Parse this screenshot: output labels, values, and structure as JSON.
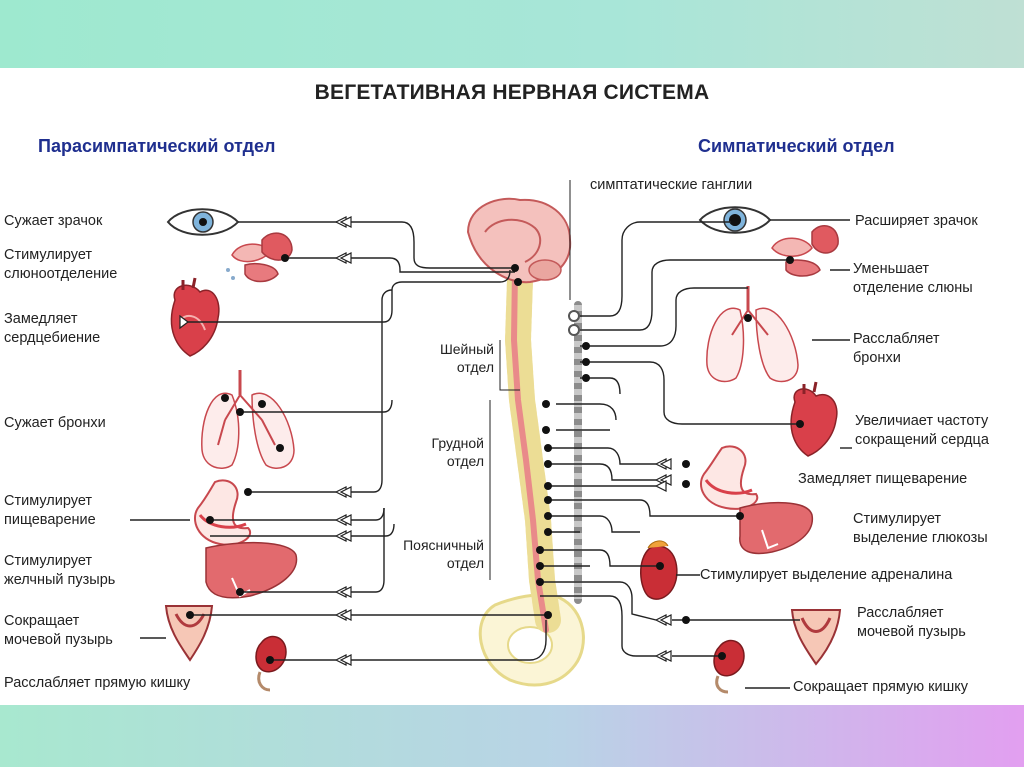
{
  "title": "ВЕГЕТАТИВНАЯ НЕРВНАЯ СИСТЕМА",
  "headers": {
    "left": "Парасимпатический отдел",
    "right": "Симпатический отдел"
  },
  "ganglia_label": "симптатические ганглии",
  "segments": {
    "cervical": [
      "Шейный",
      "отдел"
    ],
    "thoracic": [
      "Грудной",
      "отдел"
    ],
    "lumbar": [
      "Поясничный",
      "отдел"
    ]
  },
  "left_labels": {
    "pupil": [
      "Сужает зрачок"
    ],
    "saliva": [
      "Стимулирует",
      "слюноотделение"
    ],
    "heart": [
      "Замедляет",
      "сердцебиение"
    ],
    "bronchi": [
      "Сужает бронхи"
    ],
    "digestion": [
      "Стимулирует",
      "пищеварение"
    ],
    "gallbladder": [
      "Стимулирует",
      "желчный пузырь"
    ],
    "bladder": [
      "Сокращает",
      "мочевой пузырь"
    ],
    "rectum": [
      "Расслабляет прямую кишку"
    ]
  },
  "right_labels": {
    "pupil": [
      "Расширяет зрачок"
    ],
    "saliva": [
      "Уменьшает",
      "отделение слюны"
    ],
    "bronchi": [
      "Расслабляет",
      "бронхи"
    ],
    "heart": [
      "Увеличиает частоту",
      "сокращений сердца"
    ],
    "digestion": [
      "Замедляет пищеварение"
    ],
    "glucose": [
      "Стимулирует",
      "выделение глюкозы"
    ],
    "adrenal": [
      "Стимулирует выделение адреналина"
    ],
    "bladder": [
      "Расслабляет",
      "мочевой пузырь"
    ],
    "rectum": [
      "Сокращает прямую кишку"
    ]
  },
  "colors": {
    "header_blue": "#1f2f8f",
    "organ_red": "#d9404a",
    "organ_pink": "#f4b7b4",
    "spine_yellow": "#f2e6a6",
    "ganglia_gray": "#9a9a9a",
    "nerve_line": "#222222"
  }
}
